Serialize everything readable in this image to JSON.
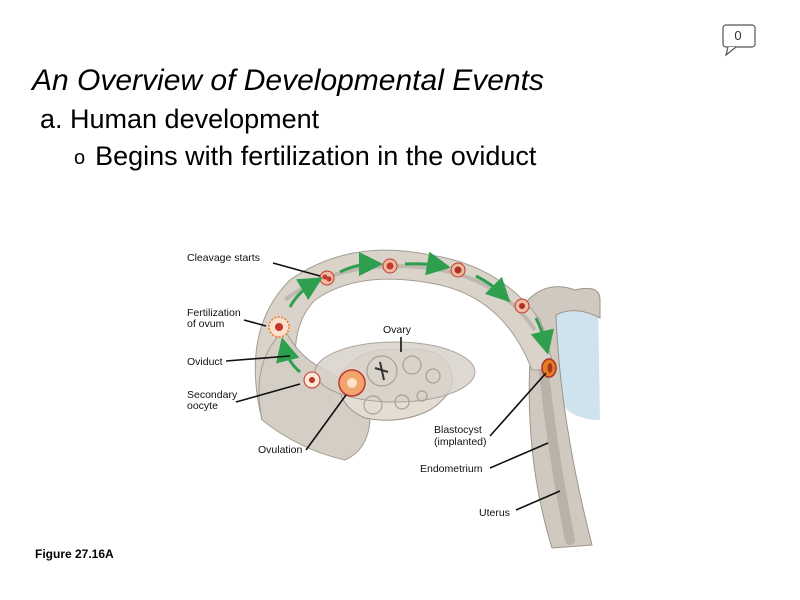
{
  "badge": {
    "text": "0"
  },
  "slide": {
    "title": "An Overview of Developmental Events",
    "subheading": "a. Human development",
    "bullet_mark": "o",
    "bullet": "Begins with fertilization in the oviduct"
  },
  "diagram": {
    "labels": {
      "cleavage": "Cleavage starts",
      "fertilization_1": "Fertilization",
      "fertilization_2": "of ovum",
      "ovary": "Ovary",
      "oviduct": "Oviduct",
      "secondary_1": "Secondary",
      "secondary_2": "oocyte",
      "ovulation": "Ovulation",
      "blastocyst_1": "Blastocyst",
      "blastocyst_2": "(implanted)",
      "endometrium": "Endometrium",
      "uterus": "Uterus"
    },
    "caption": "Figure 27.16A"
  },
  "colors": {
    "arrow": "#2e9e4f",
    "tissue": "#cfc9c0",
    "uterus_blue": "#cfe3ee",
    "cell": "#c0392b"
  }
}
